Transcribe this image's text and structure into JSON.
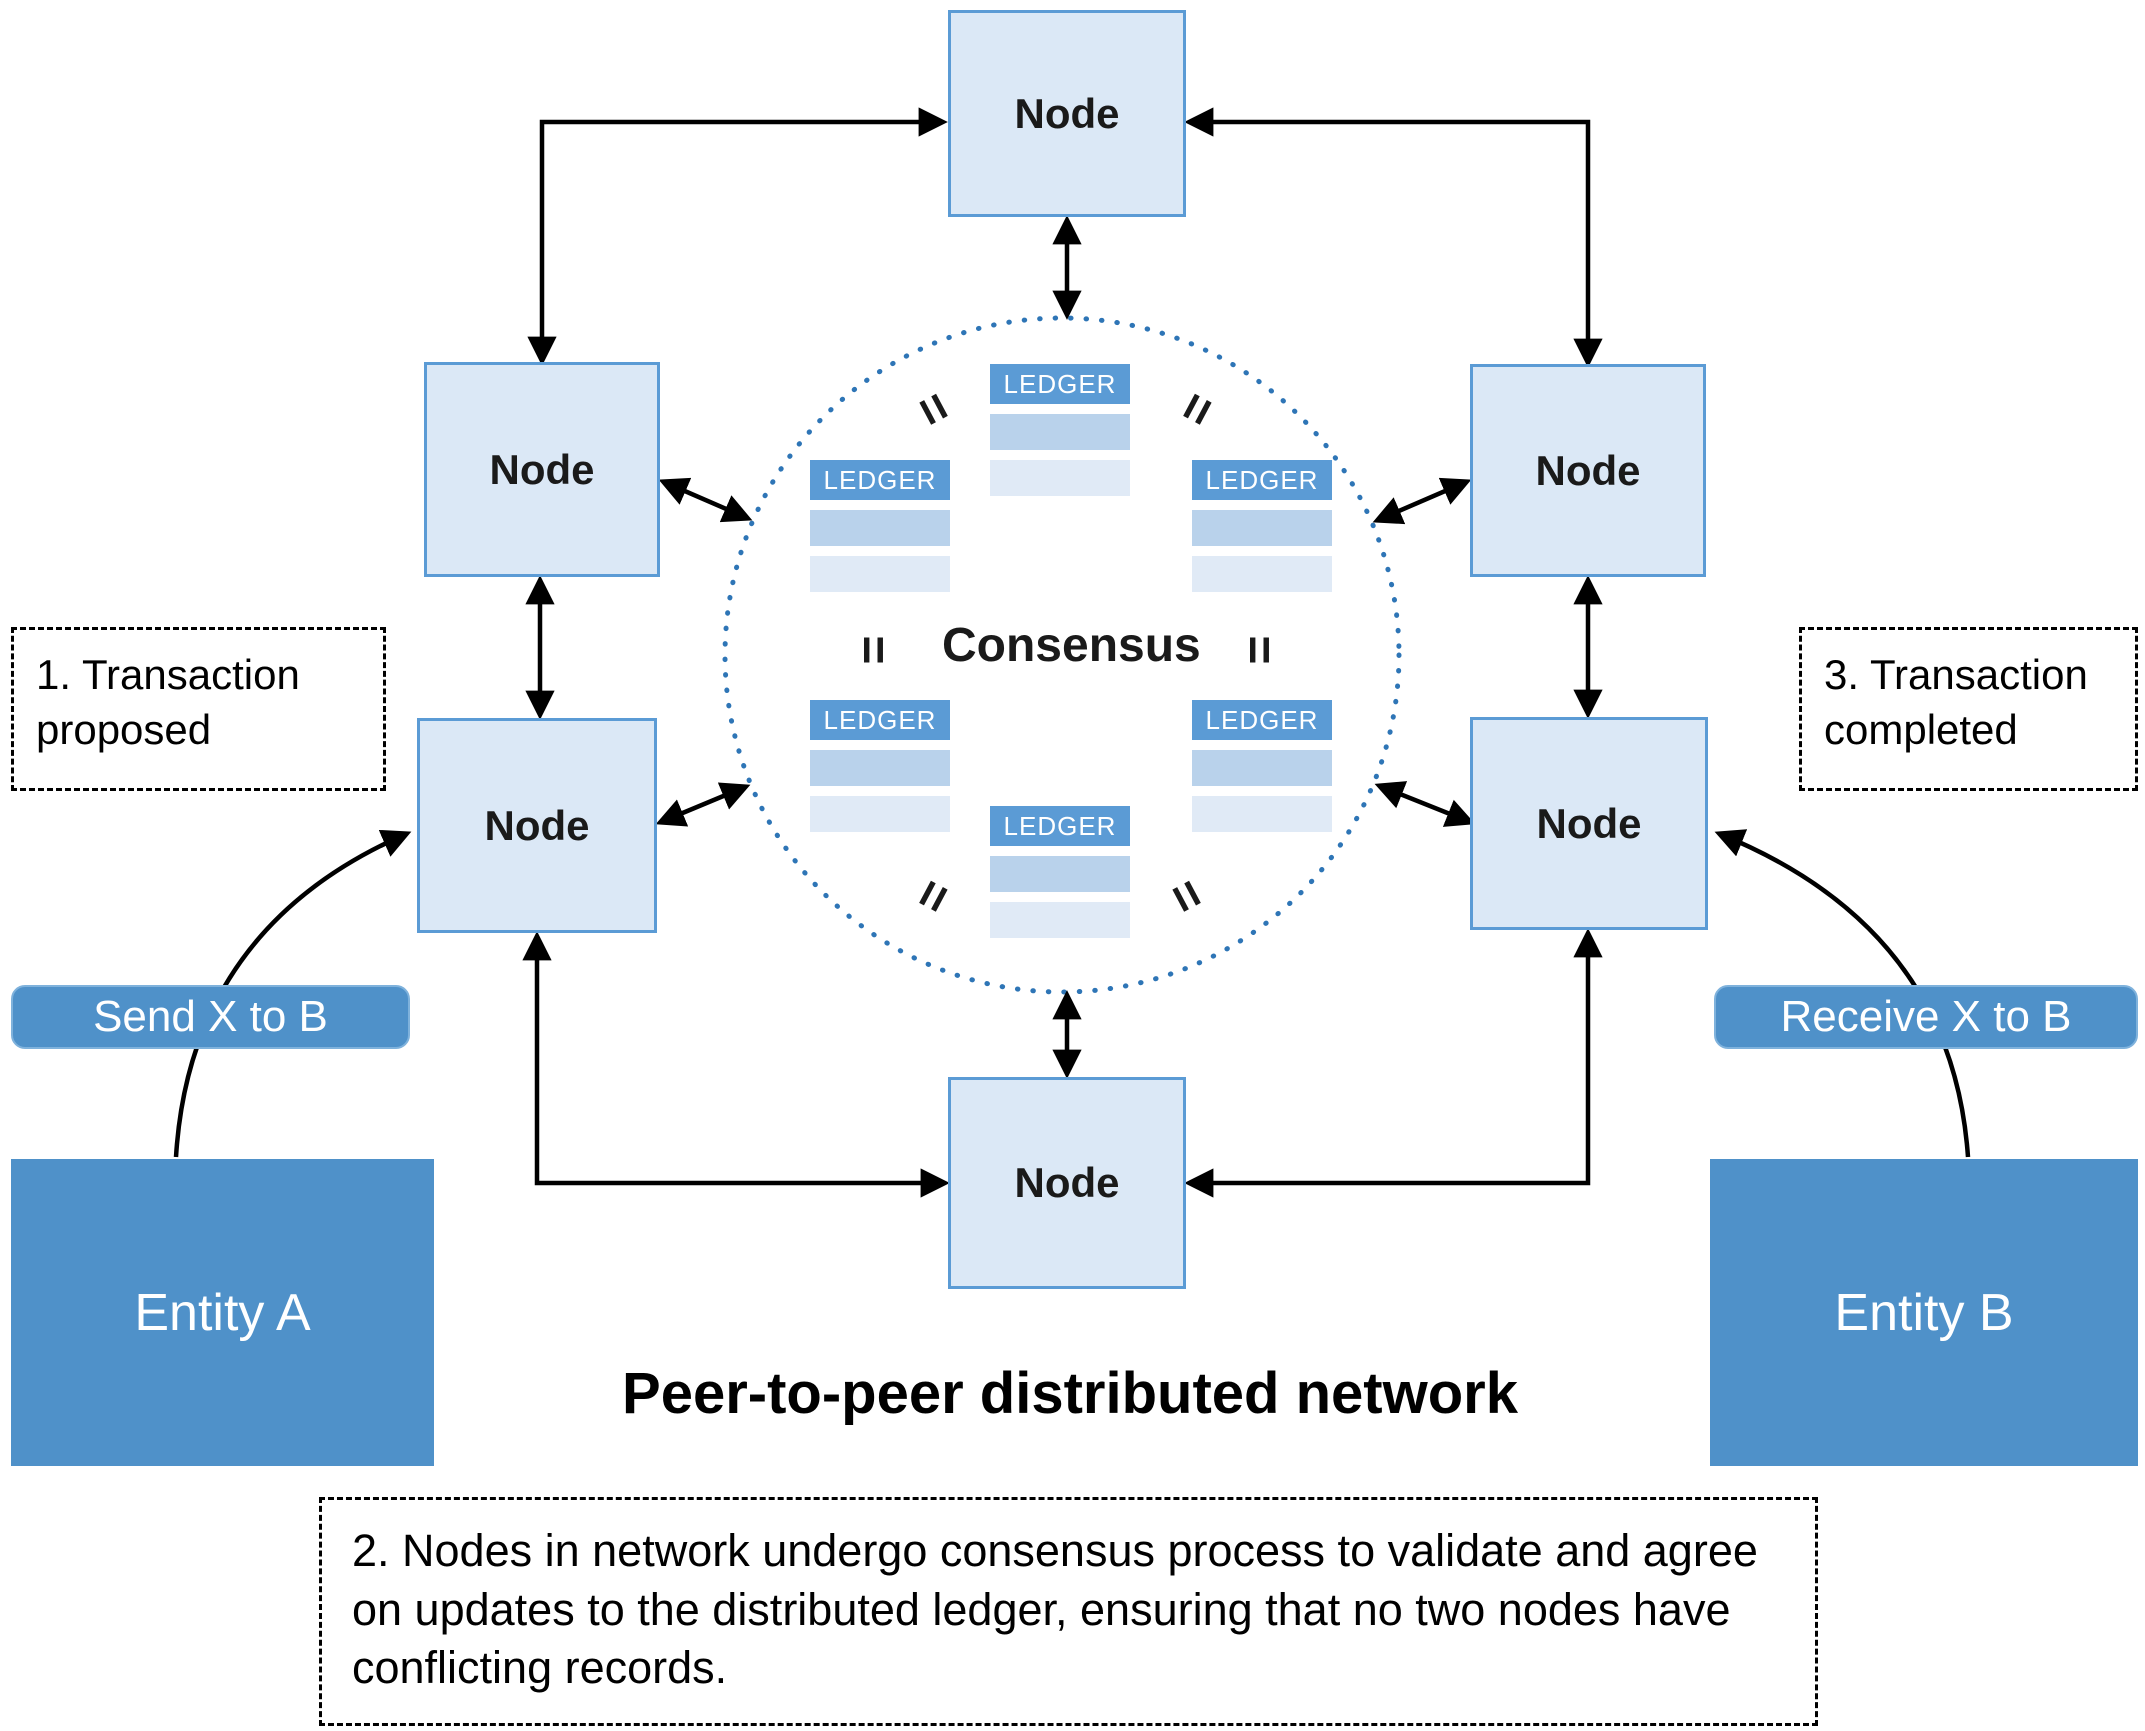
{
  "title": "Peer-to-peer distributed network",
  "node_label": "Node",
  "consensus": {
    "label": "Consensus",
    "ledger_label": "LEDGER",
    "equals_sign": "="
  },
  "annotations": {
    "step1": "1. Transaction proposed",
    "step2": "2. Nodes in network undergo consensus process to validate and agree on updates to the distributed ledger, ensuring that no two nodes have conflicting records.",
    "step3": "3. Transaction completed"
  },
  "transaction_labels": {
    "send": "Send X to B",
    "receive": "Receive X to B"
  },
  "entities": {
    "entity_a": "Entity A",
    "entity_b": "Entity B"
  },
  "colors": {
    "node_fill": "#dbe8f6",
    "node_border": "#5b9bd5",
    "entity_fill": "#4f91c9",
    "ledger_header": "#5b9bd5",
    "ledger_row_dark": "#b9d2eb",
    "ledger_row_light": "#e0eaf6",
    "circle_dots": "#2e75b6",
    "arrow": "#000000"
  }
}
